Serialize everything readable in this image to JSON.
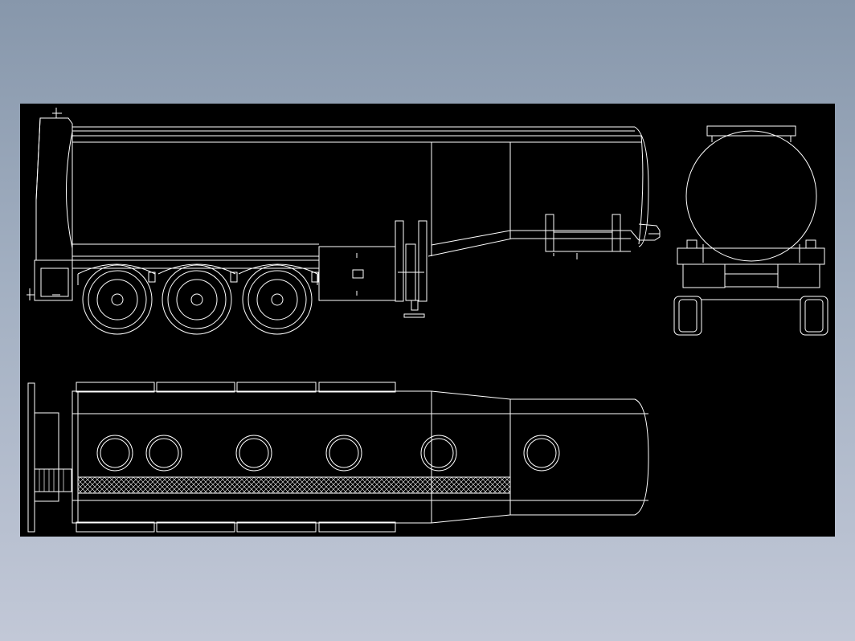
{
  "drawing": {
    "background": "#000000",
    "line_color": "#ffffff",
    "page_gradient": [
      "#8797ab",
      "#c2c8d7"
    ],
    "views": [
      "side-elevation",
      "rear-elevation",
      "top-plan"
    ],
    "axle_count": 3,
    "top_hatches": 6
  }
}
